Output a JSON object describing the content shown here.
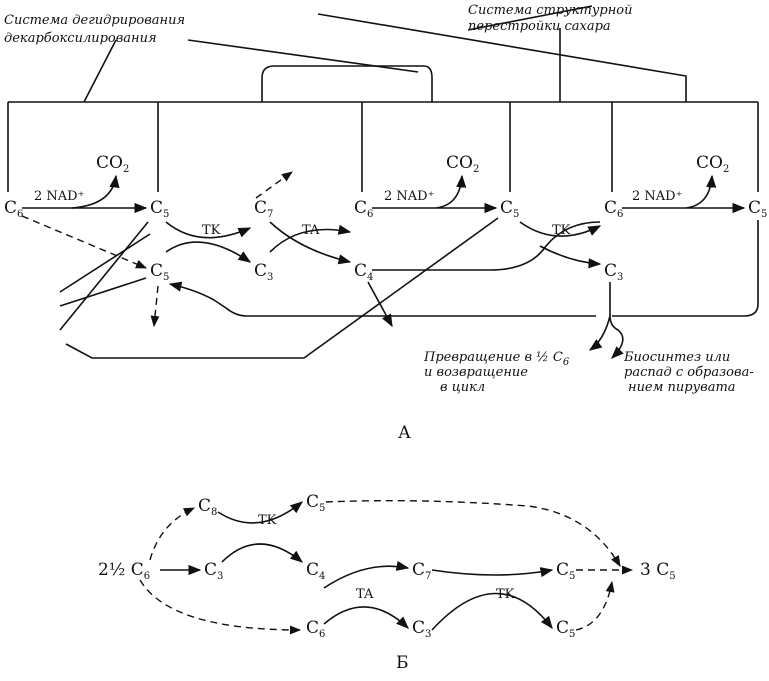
{
  "diagram_a": {
    "caption": "А",
    "system_left": [
      "Система дегидрирования",
      "декарбоксилирования"
    ],
    "system_right": [
      "Система структурной",
      "перестройки сахара"
    ],
    "nodes": {
      "c6_start": "6",
      "c5_1": "5",
      "c7": "7",
      "c6_2": "6",
      "c5_2": "5",
      "c6_3": "6",
      "c5_end": "5",
      "c5_mid": "5",
      "c3_1": "3",
      "c4": "4",
      "c3_2": "3"
    },
    "co2_1": "CO",
    "co2_2": "CO",
    "co2_3": "CO",
    "co2_sub": "2",
    "nad_1": "2 NAD⁺",
    "nad_2": "2 NAD⁺",
    "nad_3": "2 NAD⁺",
    "tk_1": "TK",
    "ta_1": "TA",
    "tk_2": "TK",
    "note_left": [
      "Превращение в ½ C",
      "и возвращение",
      "в цикл"
    ],
    "note_left_sub": "6",
    "note_right": [
      "Биосинтез или",
      "распад с образова-",
      "нием пирувата"
    ]
  },
  "diagram_b": {
    "caption": "Б",
    "start": "2½ C",
    "start_sub": "6",
    "result": "3 C",
    "result_sub": "5",
    "nodes": {
      "c8": "8",
      "c5_top": "5",
      "c3_left": "3",
      "c4": "4",
      "c6_bottom": "6",
      "c7": "7",
      "c3_right": "3",
      "c5_right_top": "5",
      "c5_right_bottom": "5"
    },
    "tk_1": "TK",
    "ta_1": "TA",
    "tk_2": "TK"
  }
}
